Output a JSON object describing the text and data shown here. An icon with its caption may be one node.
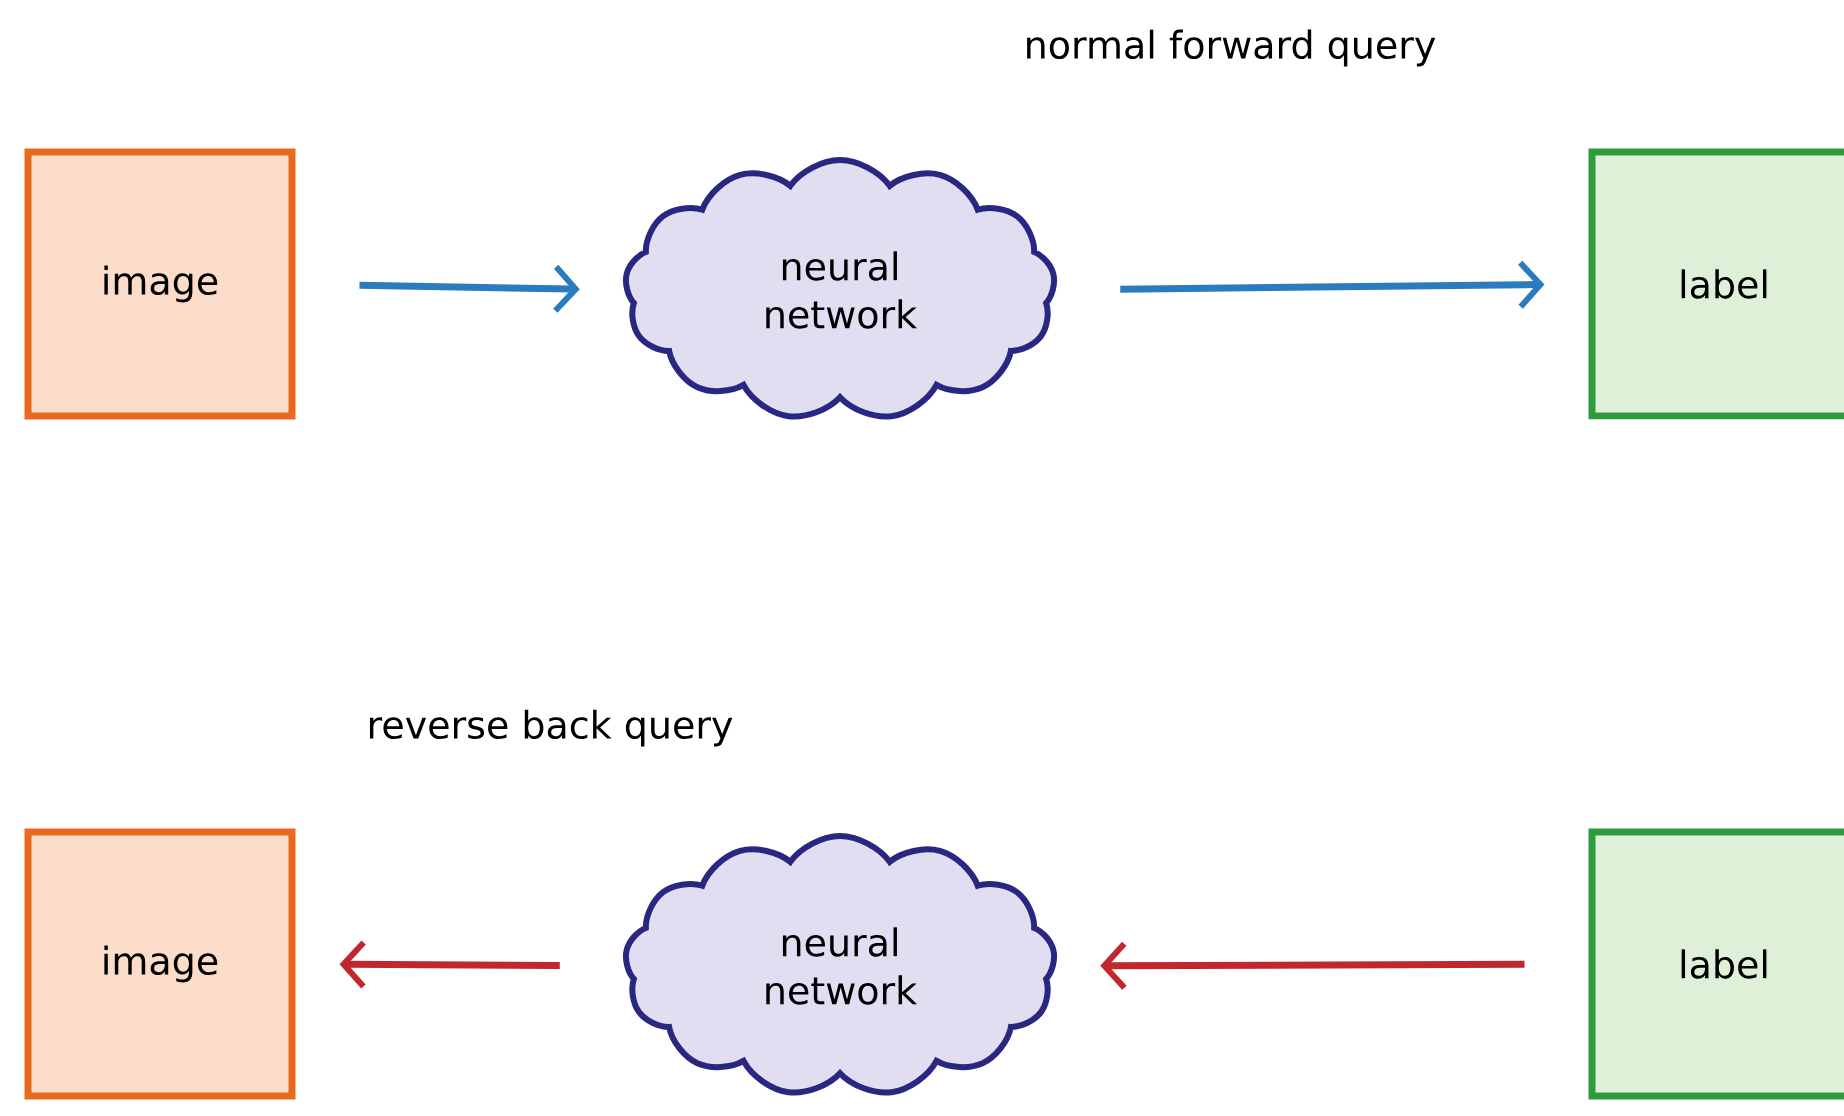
{
  "diagram": {
    "nodes": [
      {
        "text": [
          "image"
        ]
      },
      {
        "text": [
          "neural network"
        ]
      },
      {
        "text": [
          "label"
        ]
      },
      {
        "text": [
          "image"
        ]
      },
      {
        "text": [
          "neural network"
        ]
      },
      {
        "text": [
          "label"
        ]
      }
    ],
    "edges": [
      {
        "from": 0,
        "to": 1,
        "arrow": "to",
        "color": "#2b7bbf"
      },
      {
        "from": 1,
        "to": 2,
        "arrow": "to",
        "color": "#2b7bbf"
      },
      {
        "from": 5,
        "to": 4,
        "arrow": "to",
        "color": "#c1272d"
      },
      {
        "from": 4,
        "to": 3,
        "arrow": "to",
        "color": "#c1272d"
      }
    ],
    "labels": [
      "normal forward query",
      "reverse back query"
    ]
  }
}
